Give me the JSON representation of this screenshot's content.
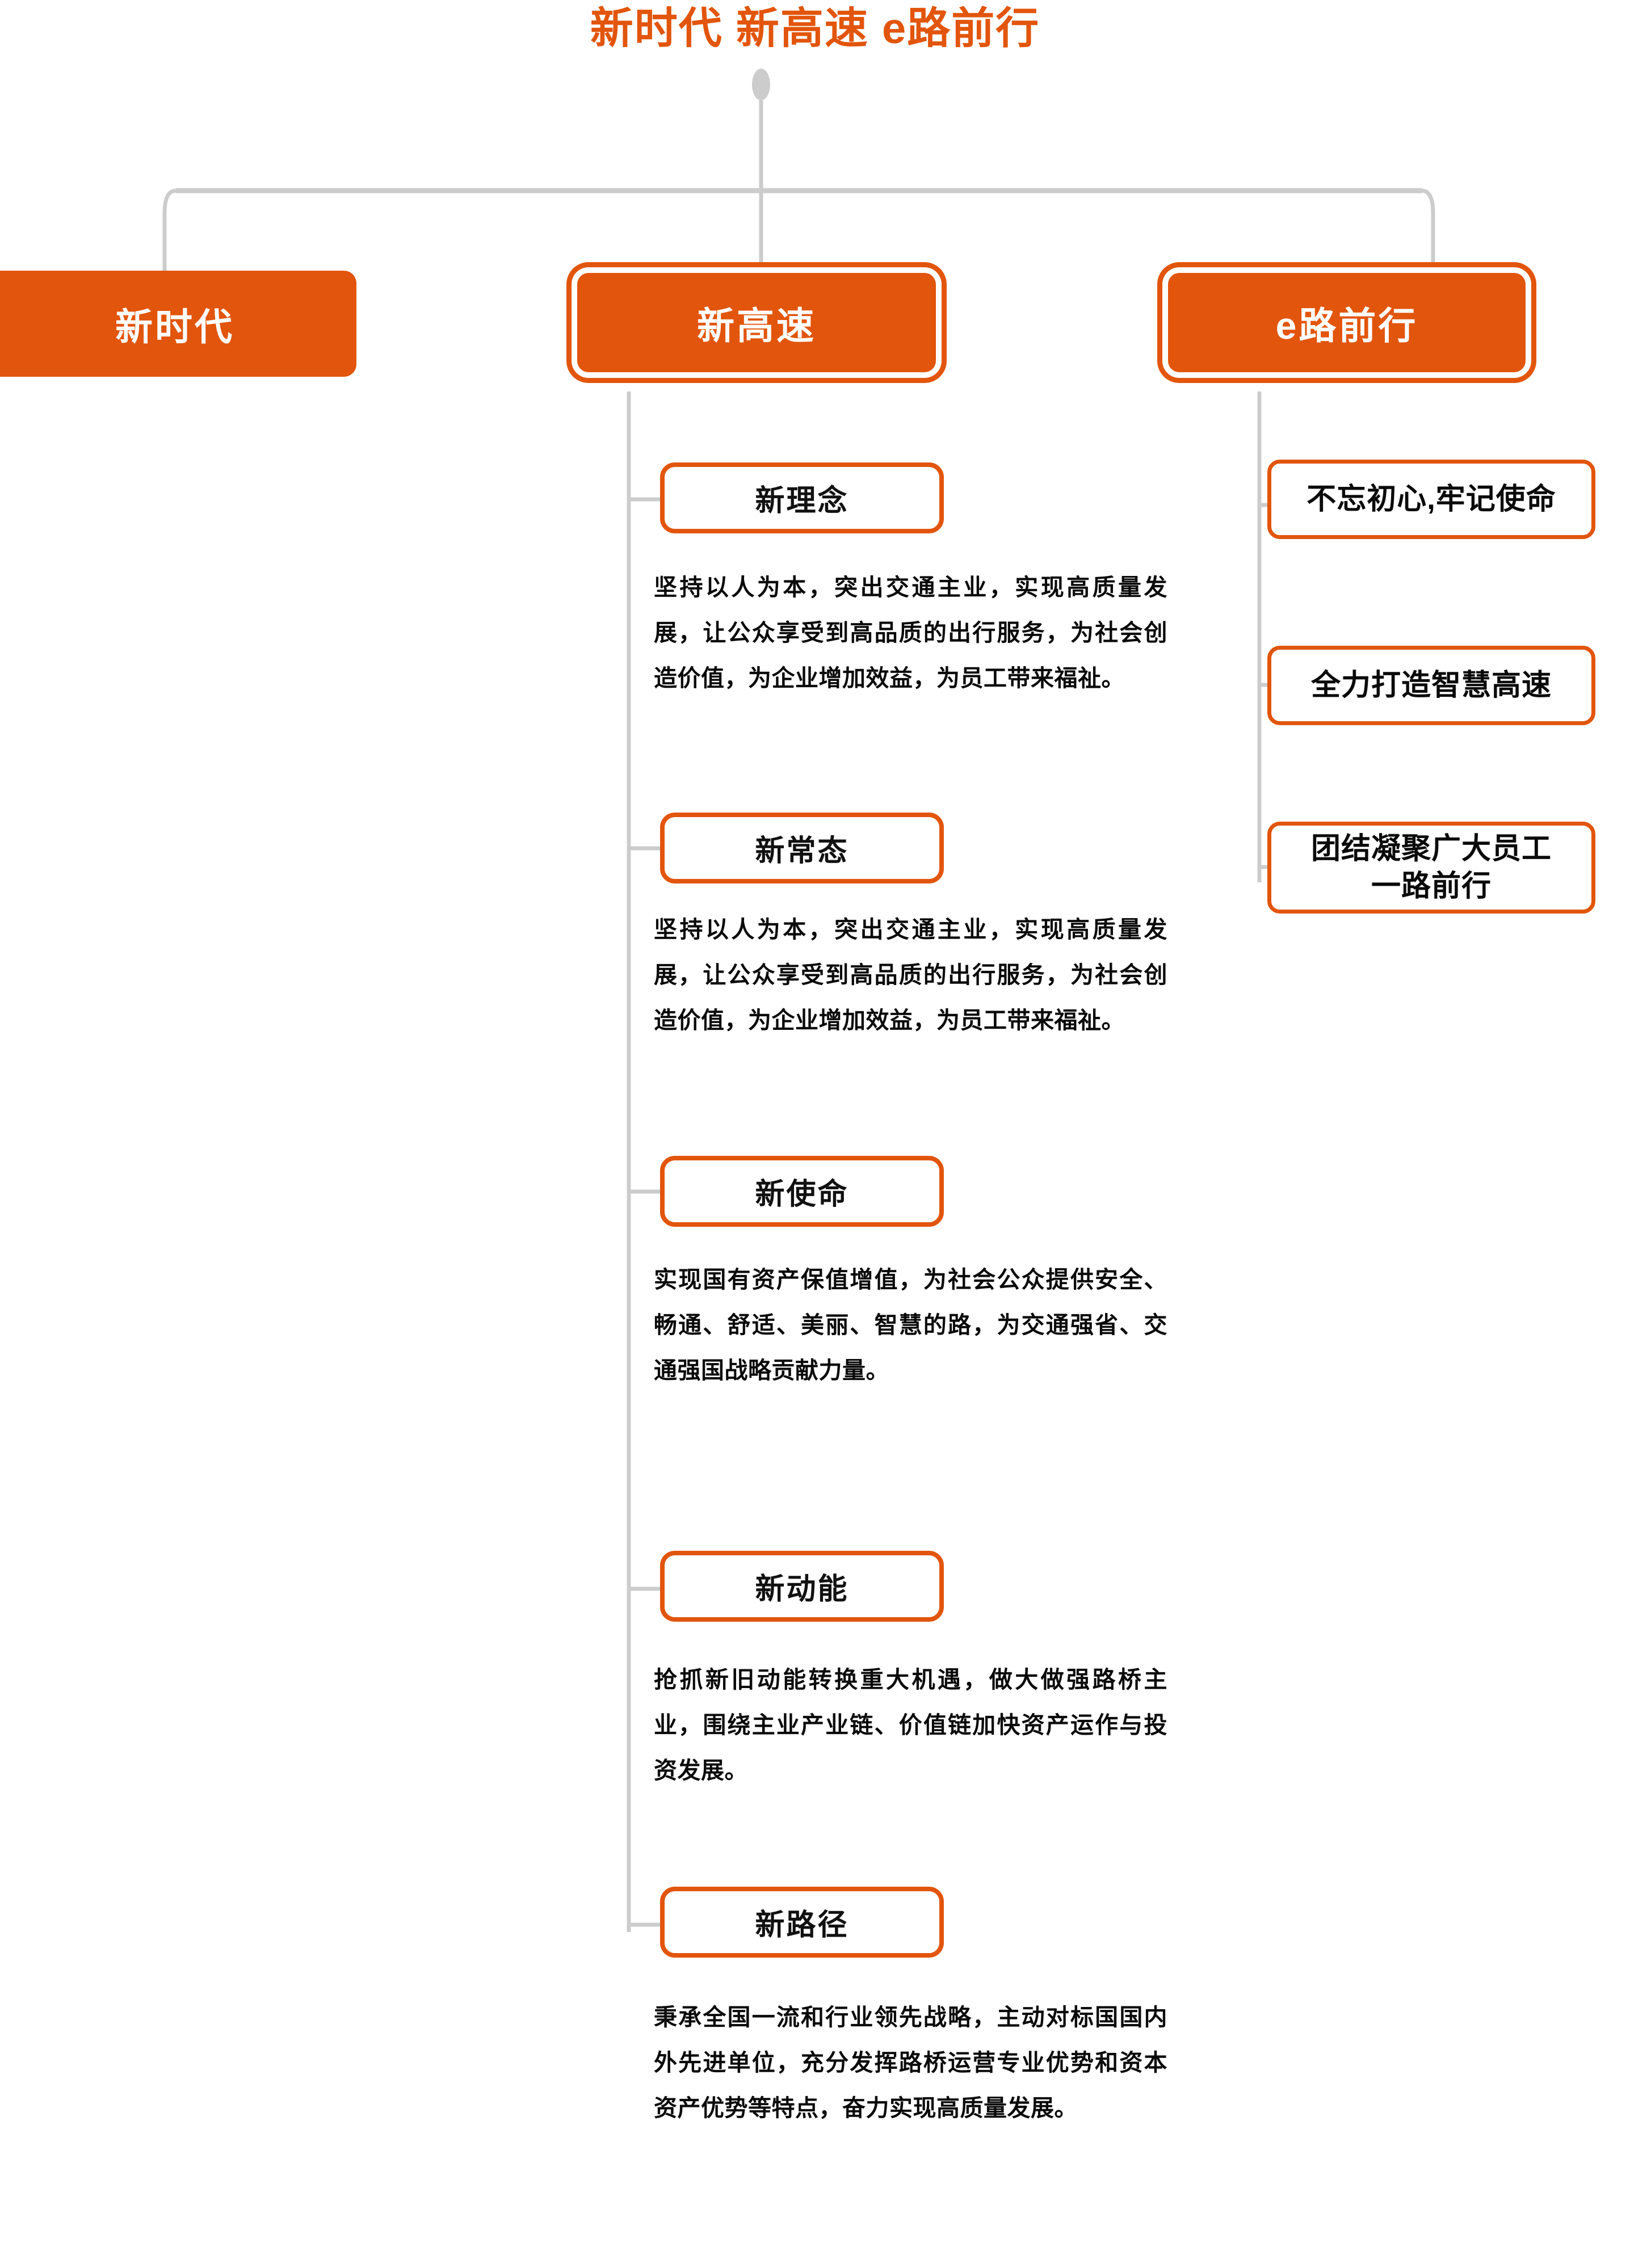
{
  "title": "新时代 新高速 e路前行",
  "colors": {
    "accent": "#E2550C",
    "connector": "#CCCCCC",
    "node_text_on_accent": "#FFFFFF",
    "body_text": "#0A0A0A",
    "background": "#FFFFFF"
  },
  "root": {
    "label": "新时代 新高速 e路前行"
  },
  "branches": [
    {
      "label": "新时代",
      "style": "solid-fill",
      "children": []
    },
    {
      "label": "新高速",
      "style": "double-ring",
      "children": [
        {
          "label": "新理念",
          "body": "坚持以人为本，突出交通主业，实现高质量发展，让公众享受到高品质的出行服务，为社会创造价值，为企业增加效益，为员工带来福祉。"
        },
        {
          "label": "新常态",
          "body": "坚持以人为本，突出交通主业，实现高质量发展，让公众享受到高品质的出行服务，为社会创造价值，为企业增加效益，为员工带来福祉。"
        },
        {
          "label": "新使命",
          "body": "实现国有资产保值增值，为社会公众提供安全、畅通、舒适、美丽、智慧的路，为交通强省、交通强国战略贡献力量。"
        },
        {
          "label": "新动能",
          "body": "抢抓新旧动能转换重大机遇，做大做强路桥主业，围绕主业产业链、价值链加快资产运作与投资发展。"
        },
        {
          "label": "新路径",
          "body": "秉承全国一流和行业领先战略，主动对标国国内外先进单位，充分发挥路桥运营专业优势和资本资产优势等特点，奋力实现高质量发展。"
        }
      ]
    },
    {
      "label": "e路前行",
      "style": "double-ring",
      "children": [
        {
          "label": "不忘初心,牢记使命"
        },
        {
          "label": "全力打造智慧高速"
        },
        {
          "label": "团结凝聚广大员工\n一路前行"
        }
      ]
    }
  ]
}
